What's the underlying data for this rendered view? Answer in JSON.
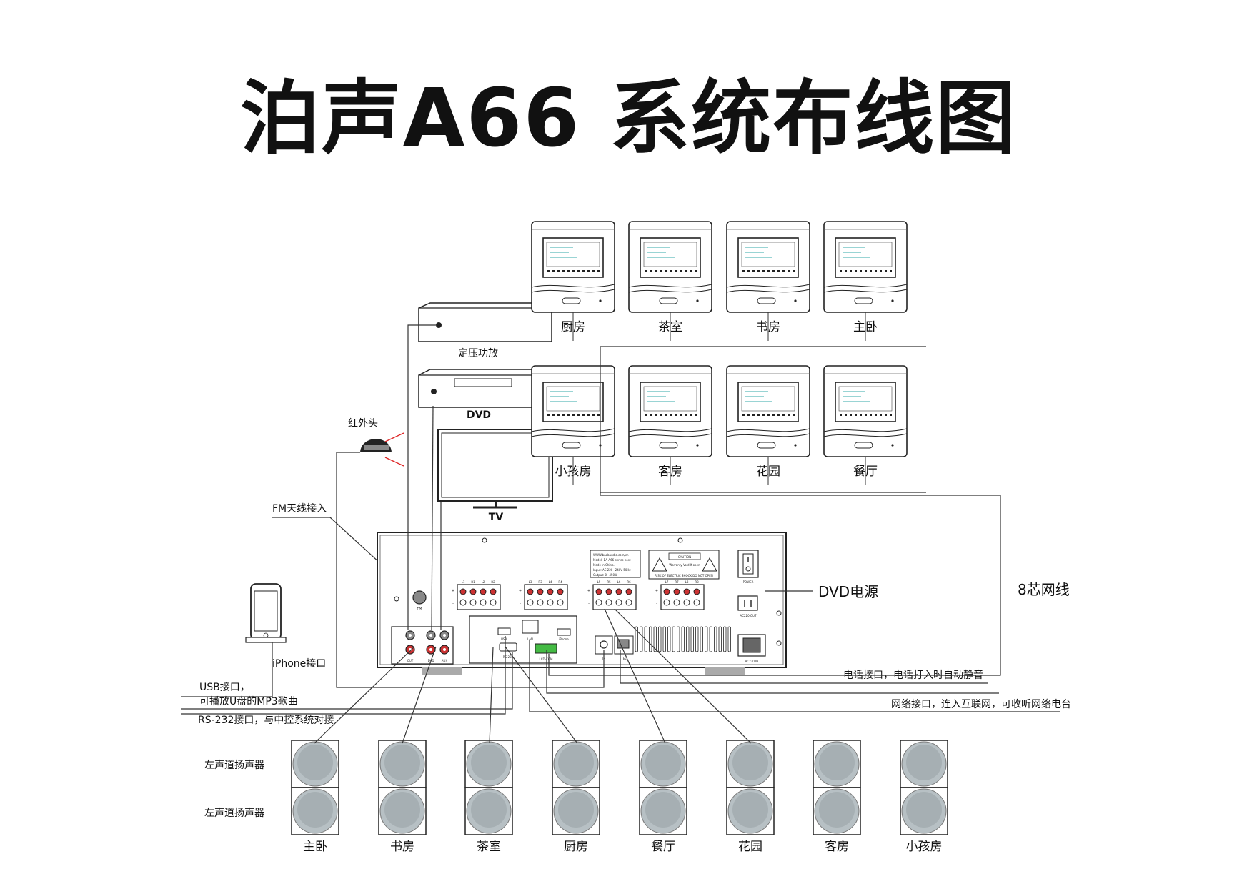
{
  "title": "泊声A66 系统布线图",
  "devices": {
    "amplifier": "定压功放",
    "dvd": "DVD",
    "tv": "TV",
    "ir_head": "红外头",
    "fm_antenna": "FM天线接入",
    "iphone_port": "iPhone接口",
    "dvd_power": "DVD电源",
    "network_cable": "8芯网线"
  },
  "panels_row1": [
    "厨房",
    "茶室",
    "书房",
    "主卧"
  ],
  "panels_row2": [
    "小孩房",
    "客房",
    "花园",
    "餐厅"
  ],
  "annotations": {
    "usb_line1": "USB接口，",
    "usb_line2": "可播放U盘的MP3歌曲",
    "rs232": "RS-232接口，与中控系统对接",
    "phone": "电话接口，电话打入时自动静音",
    "network": "网络接口，连入互联网，可收听网络电台"
  },
  "speaker_labels": {
    "left_channel_top": "左声道扬声器",
    "left_channel_bottom": "左声道扬声器"
  },
  "speaker_rooms": [
    "主卧",
    "书房",
    "茶室",
    "厨房",
    "餐厅",
    "花园",
    "客房",
    "小孩房"
  ],
  "host_panel": {
    "fm": "FM",
    "out": "OUT",
    "dvd_in": "DVD",
    "aux": "AUX",
    "usb": "USB",
    "lan": "LAN",
    "rs232": "RS-232",
    "lcd_com": "LCD-COM",
    "iphone": "iPhone",
    "ir": "IR",
    "tel": "TEL",
    "power": "POWER",
    "ac_out": "AC220 OUT",
    "ac_in": "AC220 IN",
    "caution": "CAUTION",
    "warranty": "Warranty Void If open",
    "risk": "RISK OF ELECTRIC SHOCK,DO NOT OPEN",
    "info_lines": [
      "WWW.baobaudio.com/cn",
      "Model: BA-A66-series host",
      "Made in China.",
      "Input: AC 220~240V 50Hz",
      "Output: 0~450W"
    ],
    "speaker_groups": [
      [
        "L1",
        "R1",
        "L2",
        "R2"
      ],
      [
        "L3",
        "R3",
        "L4",
        "R4"
      ],
      [
        "L5",
        "R5",
        "L6",
        "R6"
      ],
      [
        "L7",
        "R7",
        "L8",
        "R8"
      ]
    ]
  }
}
